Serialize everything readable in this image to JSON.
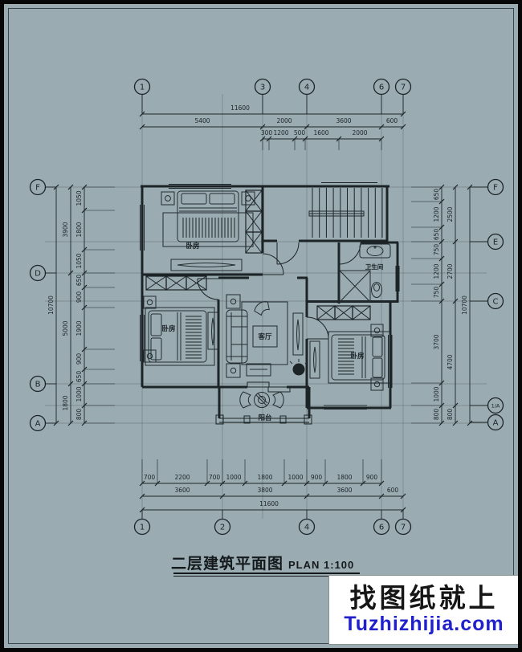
{
  "page": {
    "background": "#9aabb1",
    "line_color": "#1c2428",
    "watermark_blue": "#2121cc",
    "paper_white": "#ffffff"
  },
  "title": {
    "cn": "二层建筑平面图",
    "en": "PLAN 1:100"
  },
  "watermark": {
    "line1": "找图纸就上",
    "line2": "Tuzhizhijia.com"
  },
  "rooms": {
    "bedroom1": "卧房",
    "bedroom2": "卧房",
    "bedroom3": "卧房",
    "living": "客厅",
    "bathroom": "卫生间",
    "balcony": "阳台"
  },
  "grid": {
    "top": [
      "1",
      "3",
      "4",
      "6",
      "7"
    ],
    "bottom": [
      "1",
      "2",
      "4",
      "6",
      "7"
    ],
    "left": [
      "F",
      "D",
      "B",
      "A"
    ],
    "right": [
      "F",
      "E",
      "C",
      "1/A",
      "A"
    ]
  },
  "dimensions": {
    "top_total": "11600",
    "top_row1": [
      "5400",
      "2000",
      "3600",
      "600"
    ],
    "top_row2": [
      "300",
      "1200",
      "500",
      "1600",
      "2000"
    ],
    "bottom_row1": [
      "700",
      "2200",
      "700",
      "1000",
      "1800",
      "1000",
      "900",
      "1800",
      "900"
    ],
    "bottom_row2": [
      "3600",
      "3800",
      "3600",
      "600"
    ],
    "bottom_total": "11600",
    "left_inner": [
      "1050",
      "1800",
      "1050",
      "650",
      "900",
      "1900",
      "900",
      "650",
      "1000",
      "800"
    ],
    "left_mid": [
      "3900",
      "5000",
      "1800"
    ],
    "left_total": "10700",
    "right_inner": [
      "650",
      "1200",
      "650",
      "750",
      "1200",
      "750",
      "3700",
      "1000",
      "800"
    ],
    "right_mid": [
      "2500",
      "2700",
      "4700",
      "800"
    ],
    "right_total": "10700"
  }
}
